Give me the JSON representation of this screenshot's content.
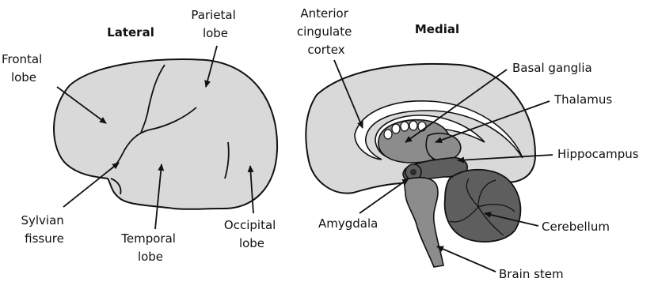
{
  "headings": {
    "lateral": "Lateral",
    "medial": "Medial"
  },
  "lateral_labels": {
    "frontal": [
      "Frontal",
      "lobe"
    ],
    "parietal": [
      "Parietal",
      "lobe"
    ],
    "sylvian": [
      "Sylvian",
      "fissure"
    ],
    "temporal": [
      "Temporal",
      "lobe"
    ],
    "occipital": [
      "Occipital",
      "lobe"
    ]
  },
  "medial_labels": {
    "anterior_cingulate": [
      "Anterior",
      "cingulate",
      "cortex"
    ],
    "basal_ganglia": "Basal ganglia",
    "thalamus": "Thalamus",
    "hippocampus": "Hippocampus",
    "amygdala": "Amygdala",
    "cerebellum": "Cerebellum",
    "brain_stem": "Brain stem"
  },
  "colors": {
    "cortex_fill": "#d9d9d9",
    "deep_structure_fill": "#8c8c8c",
    "dark_structure_fill": "#5e5e5e",
    "outline": "#111111",
    "background": "#ffffff"
  }
}
